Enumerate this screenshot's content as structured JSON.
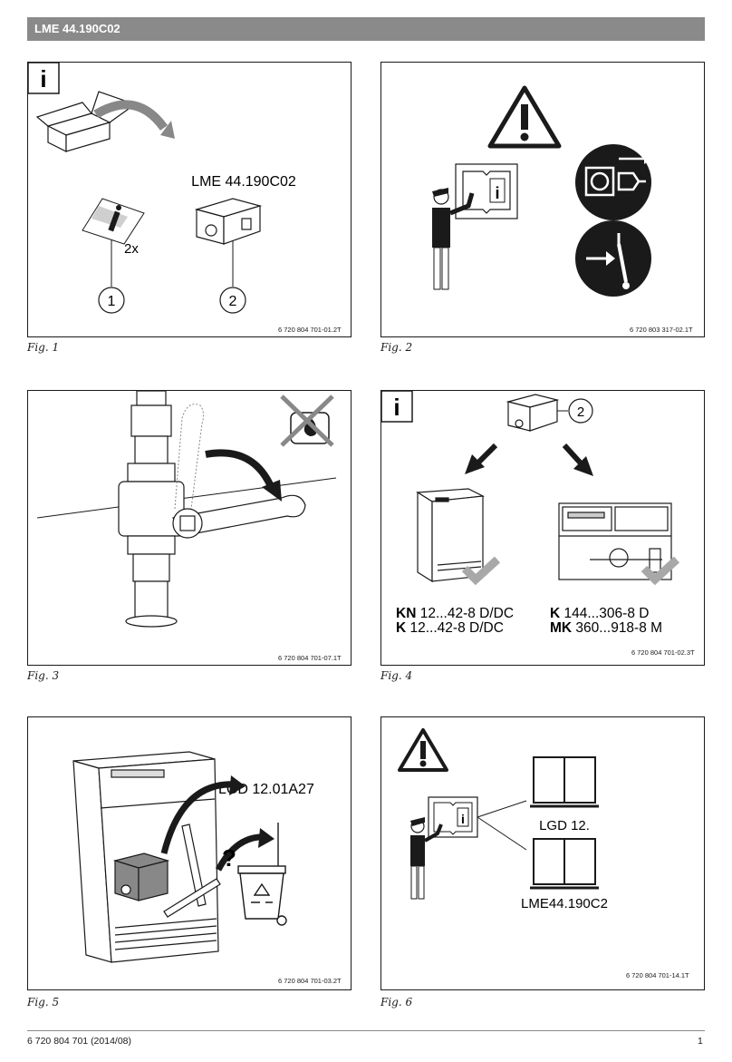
{
  "header": {
    "title": "LME 44.190C02"
  },
  "figures": {
    "fig1": {
      "caption": "Fig. 1",
      "code": "6 720 804 701-01.2T",
      "info_glyph": "i",
      "product_label": "LME 44.190C02",
      "qty_label": "2x",
      "callout_1": "1",
      "callout_2": "2"
    },
    "fig2": {
      "caption": "Fig. 2",
      "code": "6 720 803 317-02.1T",
      "info_glyph": "i"
    },
    "fig3": {
      "caption": "Fig. 3",
      "code": "6 720 804 701-07.1T"
    },
    "fig4": {
      "caption": "Fig. 4",
      "code": "6 720 804 701-02.3T",
      "info_glyph": "i",
      "callout_2": "2",
      "left_model_1_bold": "KN",
      "left_model_1_rest": " 12...42-8 D/DC",
      "left_model_2_bold": "K",
      "left_model_2_rest": " 12...42-8 D/DC",
      "right_model_1_bold": "K",
      "right_model_1_rest": " 144...306-8 D",
      "right_model_2_bold": "MK",
      "right_model_2_rest": " 360...918-8 M"
    },
    "fig5": {
      "caption": "Fig. 5",
      "code": "6 720 804 701-03.2T",
      "product_label": "LGD 12.01A27",
      "question_mark": "?"
    },
    "fig6": {
      "caption": "Fig. 6",
      "code": "6 720 804 701-14.1T",
      "info_glyph": "i",
      "manual_label_1": "LGD 12.",
      "manual_label_2": "LME44.190C2"
    }
  },
  "footer": {
    "doc_id": "6 720 804 701 (2014/08)",
    "page_number": "1"
  },
  "icons": [
    "info-icon",
    "warning-triangle-icon",
    "unplug-icon",
    "switch-off-icon",
    "no-flame-icon",
    "checkmark-icon",
    "recycle-bin-icon",
    "arrow-icon"
  ],
  "colors": {
    "header_bg": "#8a8a8a",
    "header_text": "#ffffff",
    "ink": "#1a1a1a",
    "check_grey": "#a8a8a8"
  }
}
